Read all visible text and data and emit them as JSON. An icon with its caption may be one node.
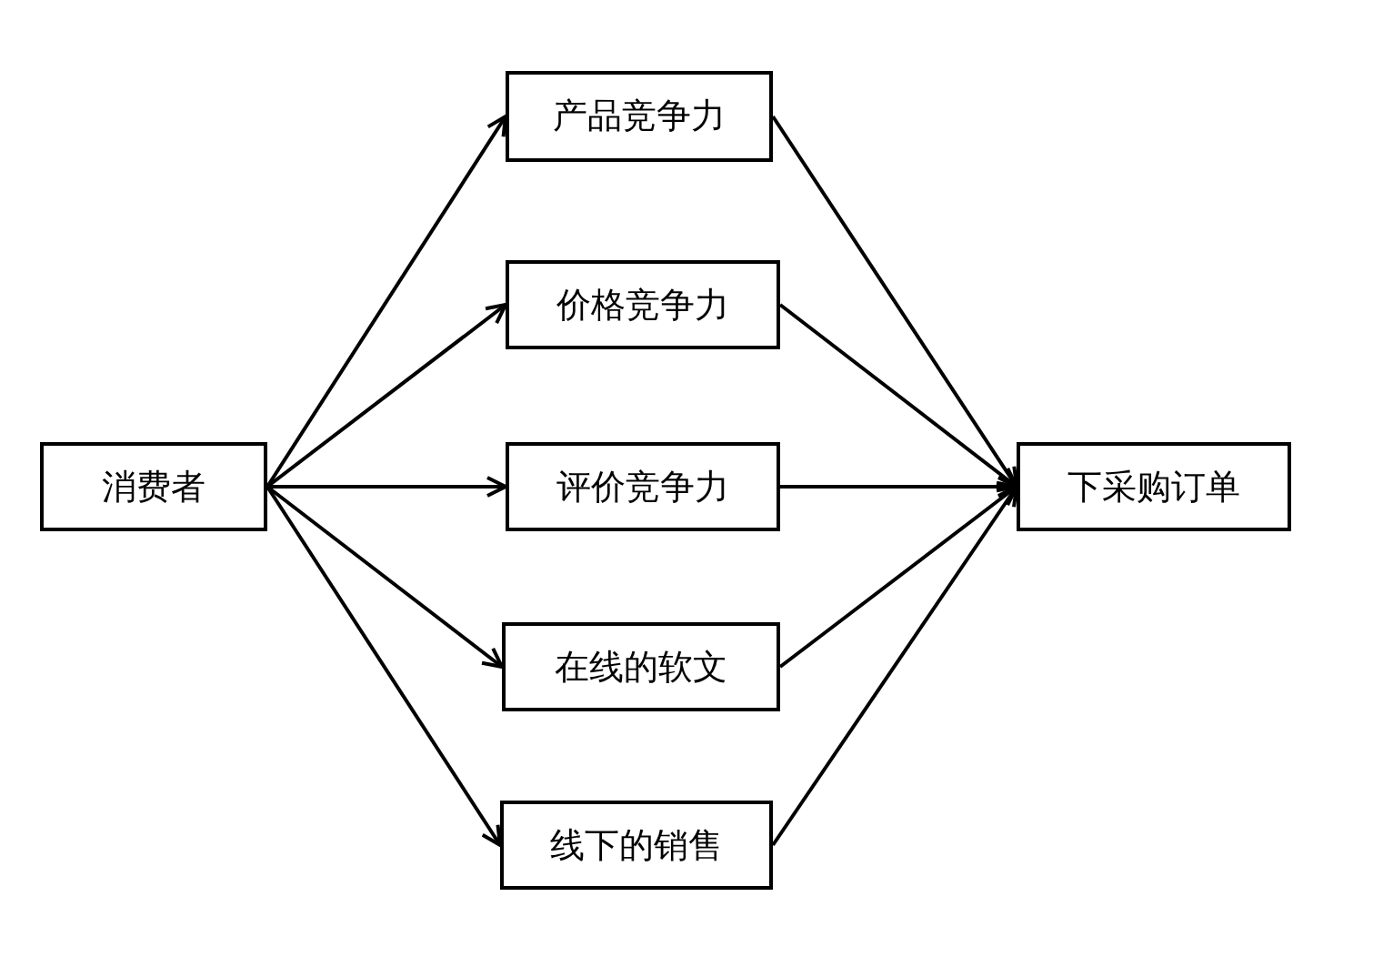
{
  "diagram": {
    "nodes": [
      {
        "text": [
          "消费者"
        ]
      },
      {
        "text": [
          "产品竞争力"
        ]
      },
      {
        "text": [
          "价格竞争力"
        ]
      },
      {
        "text": [
          "评价竞争力"
        ]
      },
      {
        "text": [
          "在线的软文"
        ]
      },
      {
        "text": [
          "线下的销售"
        ]
      },
      {
        "text": [
          "下采购订单"
        ]
      }
    ],
    "edges": [
      {
        "from": 0,
        "to": 1,
        "arrow": "to"
      },
      {
        "from": 0,
        "to": 2,
        "arrow": "to"
      },
      {
        "from": 0,
        "to": 3,
        "arrow": "to"
      },
      {
        "from": 0,
        "to": 4,
        "arrow": "to"
      },
      {
        "from": 0,
        "to": 5,
        "arrow": "to"
      },
      {
        "from": 1,
        "to": 6,
        "arrow": "to"
      },
      {
        "from": 2,
        "to": 6,
        "arrow": "to"
      },
      {
        "from": 3,
        "to": 6,
        "arrow": "to"
      },
      {
        "from": 4,
        "to": 6,
        "arrow": "to"
      },
      {
        "from": 5,
        "to": 6,
        "arrow": "to"
      }
    ]
  }
}
